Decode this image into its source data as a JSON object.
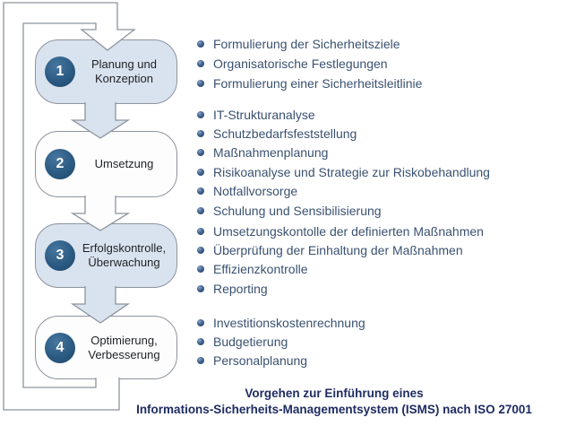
{
  "stages": [
    {
      "number": "1",
      "label_line1": "Planung und",
      "label_line2": "Konzeption",
      "items": [
        "Formulierung der Sicherheitsziele",
        "Organisatorische Festlegungen",
        "Formulierung einer Sicherheitsleitlinie"
      ]
    },
    {
      "number": "2",
      "label_line1": "Umsetzung",
      "label_line2": "",
      "items": [
        "IT-Strukturanalyse",
        "Schutzbedarfsfeststellung",
        "Maßnahmenplanung",
        "Risikoanalyse und Strategie zur Riskobehandlung",
        "Notfallvorsorge",
        "Schulung und Sensibilisierung"
      ]
    },
    {
      "number": "3",
      "label_line1": "Erfolgskontrolle,",
      "label_line2": "Überwachung",
      "items": [
        "Umsetzungskontolle der definierten Maßnahmen",
        "Überprüfung der Einhaltung der Maßnahmen",
        "Effizienzkontrolle",
        "Reporting"
      ]
    },
    {
      "number": "4",
      "label_line1": "Optimierung,",
      "label_line2": "Verbesserung",
      "items": [
        "Investitionskostenrechnung",
        "Budgetierung",
        "Personalplanung"
      ]
    }
  ],
  "caption": {
    "line1": "Vorgehen zur Einführung eines",
    "line2": "Informations-Sicherheits-Managementsystem (ISMS) nach ISO 27001"
  },
  "colors": {
    "box_fill_blue": "#d9e3ef",
    "box_fill_white": "#fdfdfe",
    "box_border": "#8d949d",
    "circle_fill": "#2b5a82",
    "bullet_text": "#3a5170",
    "caption_text": "#1f2c63",
    "arrow_fill_blue": "#d9e3ef",
    "arrow_fill_white": "#fdfdfe"
  }
}
